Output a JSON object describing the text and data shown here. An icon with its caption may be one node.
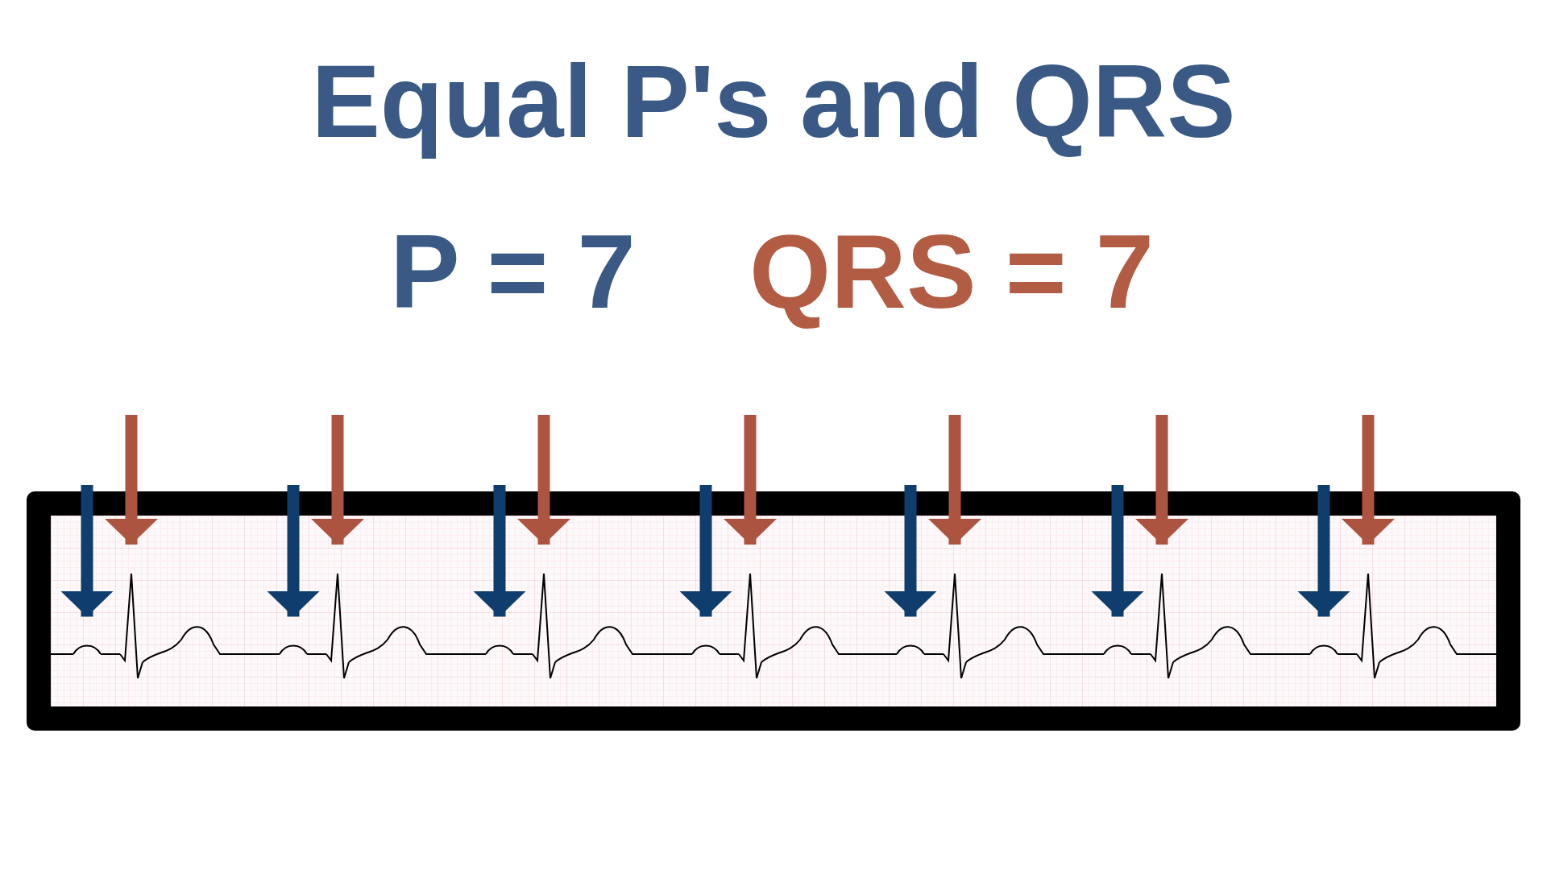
{
  "diagram": {
    "title": "Equal P's and QRS",
    "nodes": [
      {
        "text": [],
        "shape": "box"
      },
      {
        "text": [],
        "shape": "wave",
        "in": 0
      },
      {
        "text": [],
        "shape": "wave",
        "in": 0
      },
      {
        "text": [],
        "shape": "wave",
        "in": 0
      },
      {
        "text": [],
        "shape": "wave",
        "in": 0
      },
      {
        "text": [],
        "shape": "wave",
        "in": 0
      },
      {
        "text": [],
        "shape": "wave",
        "in": 0
      },
      {
        "text": [],
        "shape": "wave",
        "in": 0
      },
      {
        "text": [],
        "shape": "wave",
        "in": 0
      },
      {
        "text": [],
        "shape": "wave",
        "in": 0
      },
      {
        "text": [],
        "shape": "wave",
        "in": 0
      },
      {
        "text": [],
        "shape": "wave",
        "in": 0
      },
      {
        "text": [],
        "shape": "wave",
        "in": 0
      },
      {
        "text": [],
        "shape": "wave",
        "in": 0
      },
      {
        "text": [],
        "shape": "wave",
        "in": 0
      }
    ],
    "edges": [
      {
        "from": null,
        "to": 1,
        "arrow": "to",
        "color": "#0f3e6e"
      },
      {
        "from": null,
        "to": 2,
        "arrow": "to",
        "color": "#ad5440"
      },
      {
        "from": null,
        "to": 3,
        "arrow": "to",
        "color": "#0f3e6e"
      },
      {
        "from": null,
        "to": 4,
        "arrow": "to",
        "color": "#ad5440"
      },
      {
        "from": null,
        "to": 5,
        "arrow": "to",
        "color": "#0f3e6e"
      },
      {
        "from": null,
        "to": 6,
        "arrow": "to",
        "color": "#ad5440"
      },
      {
        "from": null,
        "to": 7,
        "arrow": "to",
        "color": "#0f3e6e"
      },
      {
        "from": null,
        "to": 8,
        "arrow": "to",
        "color": "#ad5440"
      },
      {
        "from": null,
        "to": 9,
        "arrow": "to",
        "color": "#0f3e6e"
      },
      {
        "from": null,
        "to": 10,
        "arrow": "to",
        "color": "#ad5440"
      },
      {
        "from": null,
        "to": 11,
        "arrow": "to",
        "color": "#0f3e6e"
      },
      {
        "from": null,
        "to": 12,
        "arrow": "to",
        "color": "#ad5440"
      },
      {
        "from": null,
        "to": 13,
        "arrow": "to",
        "color": "#0f3e6e"
      },
      {
        "from": null,
        "to": 14,
        "arrow": "to",
        "color": "#ad5440"
      }
    ],
    "labels": [
      "P = 7",
      "QRS = 7"
    ]
  }
}
